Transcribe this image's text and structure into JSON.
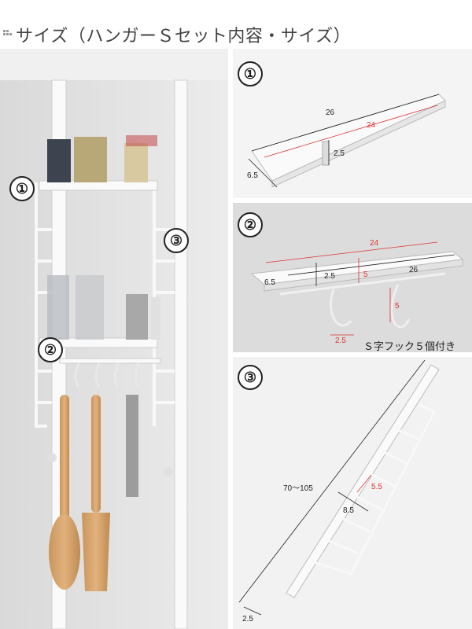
{
  "header": {
    "title": "サイズ（ハンガーＳセット内容・サイズ）"
  },
  "photo": {
    "labels": [
      "①",
      "②",
      "③"
    ]
  },
  "panel1": {
    "badge": "①",
    "dims": {
      "length_outer": "26",
      "length_inner": "24",
      "height": "2.5",
      "depth": "6.5"
    }
  },
  "panel2": {
    "badge": "②",
    "dims": {
      "length_inner": "24",
      "length_outer": "26",
      "height": "2.5",
      "depth": "6.5",
      "hook_height": "5",
      "hook_drop": "5",
      "hook_width": "2.5"
    },
    "caption": "Ｓ字フック５個付き"
  },
  "panel3": {
    "badge": "③",
    "dims": {
      "pole_length": "70〜105",
      "rung_spacing": "5.5",
      "frame_width": "8.5",
      "pole_diameter": "2.5"
    }
  },
  "colors": {
    "dimension_red": "#dd3333",
    "dimension_black": "#222222"
  }
}
